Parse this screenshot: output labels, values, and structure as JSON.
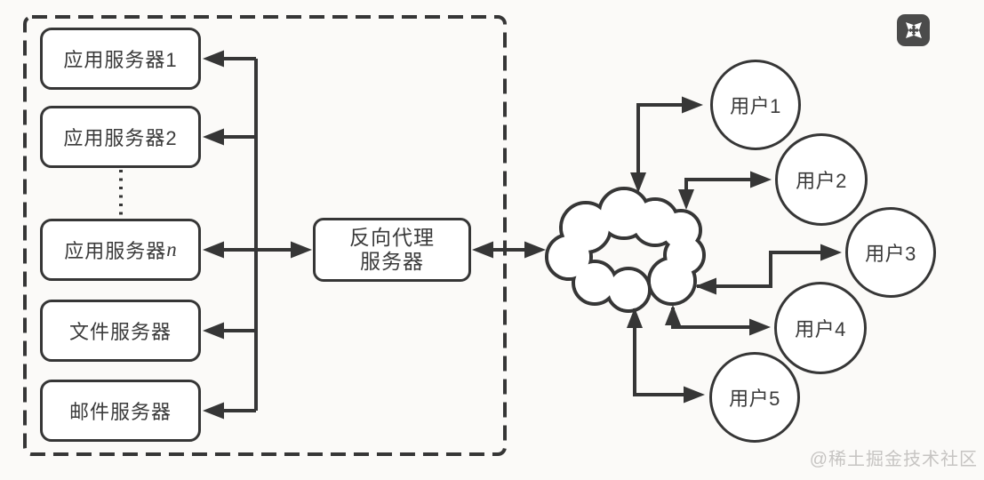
{
  "colors": {
    "line": "#363636",
    "text": "#3a3a3a",
    "background": "#fbfaf8",
    "watermark_text": "#c6c4c2",
    "icon_bg": "#4b4b4b"
  },
  "diagram": {
    "internal_zone_servers": [
      {
        "label": "应用服务器1"
      },
      {
        "label": "应用服务器2"
      },
      {
        "label_prefix": "应用服务器",
        "label_suffix": "n"
      },
      {
        "label": "文件服务器"
      },
      {
        "label": "邮件服务器"
      }
    ],
    "proxy": {
      "label_line1": "反向代理",
      "label_line2": "服务器"
    },
    "cloud": {
      "name": "internet-cloud"
    },
    "users": [
      {
        "label": "用户1"
      },
      {
        "label": "用户2"
      },
      {
        "label": "用户3"
      },
      {
        "label": "用户4"
      },
      {
        "label": "用户5"
      }
    ],
    "icons": [
      {
        "name": "expand-icon",
        "meaning": "fullscreen-expand"
      }
    ]
  },
  "watermark": "@稀土掘金技术社区"
}
